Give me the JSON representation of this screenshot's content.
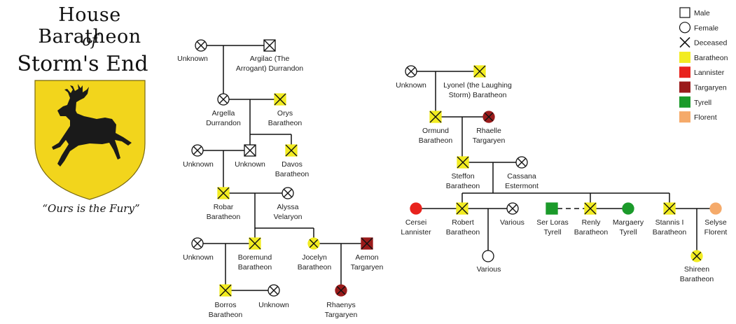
{
  "title": {
    "line1": "House Baratheon",
    "line2": "of",
    "line3": "Storm's End"
  },
  "motto": "“Ours is the Fury”",
  "colors": {
    "Baratheon": "#f2ec21",
    "Lannister": "#e8231d",
    "Targaryen": "#9a1b1b",
    "Tyrell": "#1b9a2a",
    "Florent": "#f5aa6a",
    "none": "#ffffff",
    "sigil_field": "#f2d51c",
    "sigil_stag": "#1a1a1a"
  },
  "legend": [
    {
      "symbol": "male",
      "label": "Male"
    },
    {
      "symbol": "female",
      "label": "Female"
    },
    {
      "symbol": "deceased",
      "label": "Deceased"
    },
    {
      "symbol": "Baratheon",
      "label": "Baratheon"
    },
    {
      "symbol": "Lannister",
      "label": "Lannister"
    },
    {
      "symbol": "Targaryen",
      "label": "Targaryen"
    },
    {
      "symbol": "Tyrell",
      "label": "Tyrell"
    },
    {
      "symbol": "Florent",
      "label": "Florent"
    }
  ],
  "people": [
    {
      "id": "unknown-1",
      "label": [
        "Unknown"
      ],
      "sex": "female",
      "house": "none",
      "deceased": true
    },
    {
      "id": "argilac",
      "label": [
        "Argilac (The",
        "Arrogant) Durrandon"
      ],
      "sex": "male",
      "house": "none",
      "deceased": true
    },
    {
      "id": "argella",
      "label": [
        "Argella",
        "Durrandon"
      ],
      "sex": "female",
      "house": "none",
      "deceased": true
    },
    {
      "id": "orys",
      "label": [
        "Orys",
        "Baratheon"
      ],
      "sex": "male",
      "house": "Baratheon",
      "deceased": true
    },
    {
      "id": "unknown-2",
      "label": [
        "Unknown"
      ],
      "sex": "female",
      "house": "none",
      "deceased": true
    },
    {
      "id": "unknown-3",
      "label": [
        "Unknown"
      ],
      "sex": "male",
      "house": "none",
      "deceased": true
    },
    {
      "id": "davos",
      "label": [
        "Davos",
        "Baratheon"
      ],
      "sex": "male",
      "house": "Baratheon",
      "deceased": true
    },
    {
      "id": "robar",
      "label": [
        "Robar",
        "Baratheon"
      ],
      "sex": "male",
      "house": "Baratheon",
      "deceased": true
    },
    {
      "id": "alyssa",
      "label": [
        "Alyssa",
        "Velaryon"
      ],
      "sex": "female",
      "house": "none",
      "deceased": true
    },
    {
      "id": "unknown-4",
      "label": [
        "Unknown"
      ],
      "sex": "female",
      "house": "none",
      "deceased": true
    },
    {
      "id": "boremund",
      "label": [
        "Boremund",
        "Baratheon"
      ],
      "sex": "male",
      "house": "Baratheon",
      "deceased": true
    },
    {
      "id": "jocelyn",
      "label": [
        "Jocelyn",
        "Baratheon"
      ],
      "sex": "female",
      "house": "Baratheon",
      "deceased": true
    },
    {
      "id": "aemon",
      "label": [
        "Aemon",
        "Targaryen"
      ],
      "sex": "male",
      "house": "Targaryen",
      "deceased": true
    },
    {
      "id": "borros",
      "label": [
        "Borros",
        "Baratheon"
      ],
      "sex": "male",
      "house": "Baratheon",
      "deceased": true
    },
    {
      "id": "unknown-5",
      "label": [
        "Unknown"
      ],
      "sex": "female",
      "house": "none",
      "deceased": true
    },
    {
      "id": "rhaenys",
      "label": [
        "Rhaenys",
        "Targaryen"
      ],
      "sex": "female",
      "house": "Targaryen",
      "deceased": true
    },
    {
      "id": "unknown-6",
      "label": [
        "Unknown"
      ],
      "sex": "female",
      "house": "none",
      "deceased": true
    },
    {
      "id": "lyonel",
      "label": [
        "Lyonel (the Laughing",
        "Storm) Baratheon"
      ],
      "sex": "male",
      "house": "Baratheon",
      "deceased": true
    },
    {
      "id": "ormund",
      "label": [
        "Ormund",
        "Baratheon"
      ],
      "sex": "male",
      "house": "Baratheon",
      "deceased": true
    },
    {
      "id": "rhaelle",
      "label": [
        "Rhaelle",
        "Targaryen"
      ],
      "sex": "female",
      "house": "Targaryen",
      "deceased": true
    },
    {
      "id": "steffon",
      "label": [
        "Steffon",
        "Baratheon"
      ],
      "sex": "male",
      "house": "Baratheon",
      "deceased": true
    },
    {
      "id": "cassana",
      "label": [
        "Cassana",
        "Estermont"
      ],
      "sex": "female",
      "house": "none",
      "deceased": true
    },
    {
      "id": "cersei",
      "label": [
        "Cersei",
        "Lannister"
      ],
      "sex": "female",
      "house": "Lannister",
      "deceased": false
    },
    {
      "id": "robert",
      "label": [
        "Robert",
        "Baratheon"
      ],
      "sex": "male",
      "house": "Baratheon",
      "deceased": true
    },
    {
      "id": "various-1",
      "label": [
        "Various"
      ],
      "sex": "female",
      "house": "none",
      "deceased": true
    },
    {
      "id": "various-2",
      "label": [
        "Various"
      ],
      "sex": "female",
      "house": "none",
      "deceased": false
    },
    {
      "id": "loras",
      "label": [
        "Ser Loras",
        "Tyrell"
      ],
      "sex": "male",
      "house": "Tyrell",
      "deceased": false
    },
    {
      "id": "renly",
      "label": [
        "Renly",
        "Baratheon"
      ],
      "sex": "male",
      "house": "Baratheon",
      "deceased": true
    },
    {
      "id": "margaery",
      "label": [
        "Margaery",
        "Tyrell"
      ],
      "sex": "female",
      "house": "Tyrell",
      "deceased": false
    },
    {
      "id": "stannis",
      "label": [
        "Stannis I",
        "Baratheon"
      ],
      "sex": "male",
      "house": "Baratheon",
      "deceased": true
    },
    {
      "id": "selyse",
      "label": [
        "Selyse",
        "Florent"
      ],
      "sex": "female",
      "house": "Florent",
      "deceased": false
    },
    {
      "id": "shireen",
      "label": [
        "Shireen",
        "Baratheon"
      ],
      "sex": "female",
      "house": "Baratheon",
      "deceased": true
    }
  ]
}
